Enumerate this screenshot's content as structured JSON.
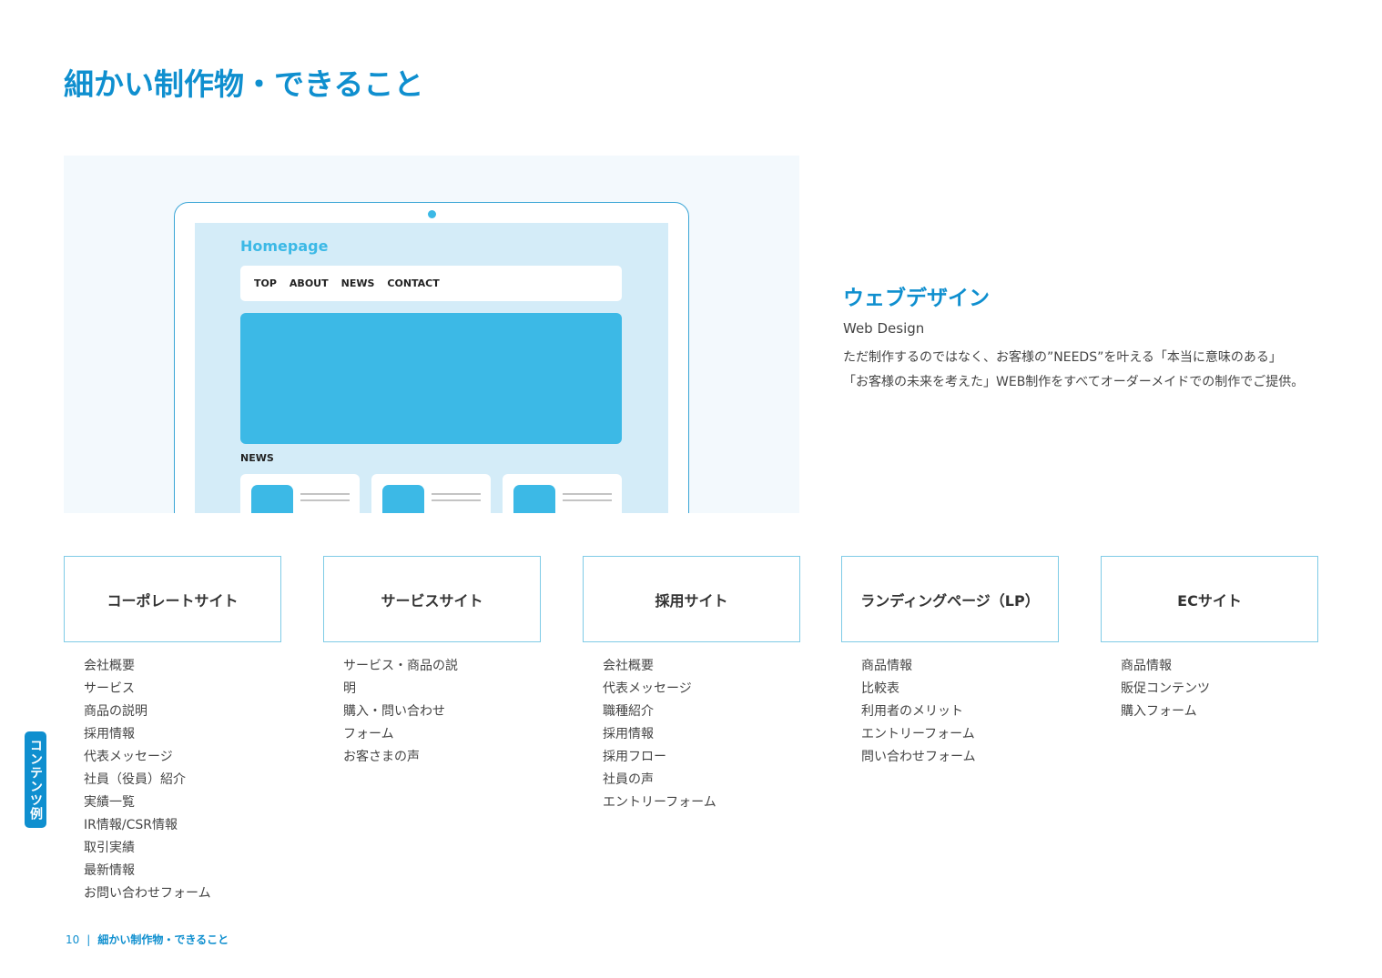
{
  "page": {
    "title": "細かい制作物・できること",
    "colors": {
      "accent": "#0f8fcf",
      "light_blue": "#3cb9e6",
      "panel_bg": "#f3f9fd",
      "screen_bg": "#d4ecf8",
      "box_border": "#7fcbe6"
    }
  },
  "illustration": {
    "logo": "Homepage",
    "nav": [
      "TOP",
      "ABOUT",
      "NEWS",
      "CONTACT"
    ],
    "news_label": "NEWS",
    "icons": {
      "camera": "camera-dot-icon"
    }
  },
  "description": {
    "title": "ウェブデザイン",
    "subtitle": "Web Design",
    "body": "ただ制作するのではなく、お客様の”NEEDS”を叶える「本当に意味のある」\n「お客様の未来を考えた」WEB制作をすべてオーダーメイドでの制作でご提供。"
  },
  "side_tab": {
    "label": "コンテンツ例"
  },
  "categories": [
    {
      "label": "コーポレートサイト",
      "items": [
        "会社概要",
        "サービス",
        "商品の説明",
        "採用情報",
        "代表メッセージ",
        "社員（役員）紹介",
        "実績一覧",
        "IR情報/CSR情報",
        "取引実績",
        "最新情報",
        "お問い合わせフォーム"
      ]
    },
    {
      "label": "サービスサイト",
      "items": [
        "サービス・商品の説",
        "明",
        "購入・問い合わせ",
        "フォーム",
        "お客さまの声"
      ]
    },
    {
      "label": "採用サイト",
      "items": [
        "会社概要",
        "代表メッセージ",
        "職種紹介",
        "採用情報",
        "採用フロー",
        "社員の声",
        "エントリーフォーム"
      ]
    },
    {
      "label": "ランディングページ（LP）",
      "items": [
        "商品情報",
        "比較表",
        "利用者のメリット",
        "エントリーフォーム",
        "問い合わせフォーム"
      ]
    },
    {
      "label": "ECサイト",
      "items": [
        "商品情報",
        "販促コンテンツ",
        "購入フォーム"
      ]
    }
  ],
  "footer": {
    "page_number": "10",
    "separator": "|",
    "title": "細かい制作物・できること"
  }
}
